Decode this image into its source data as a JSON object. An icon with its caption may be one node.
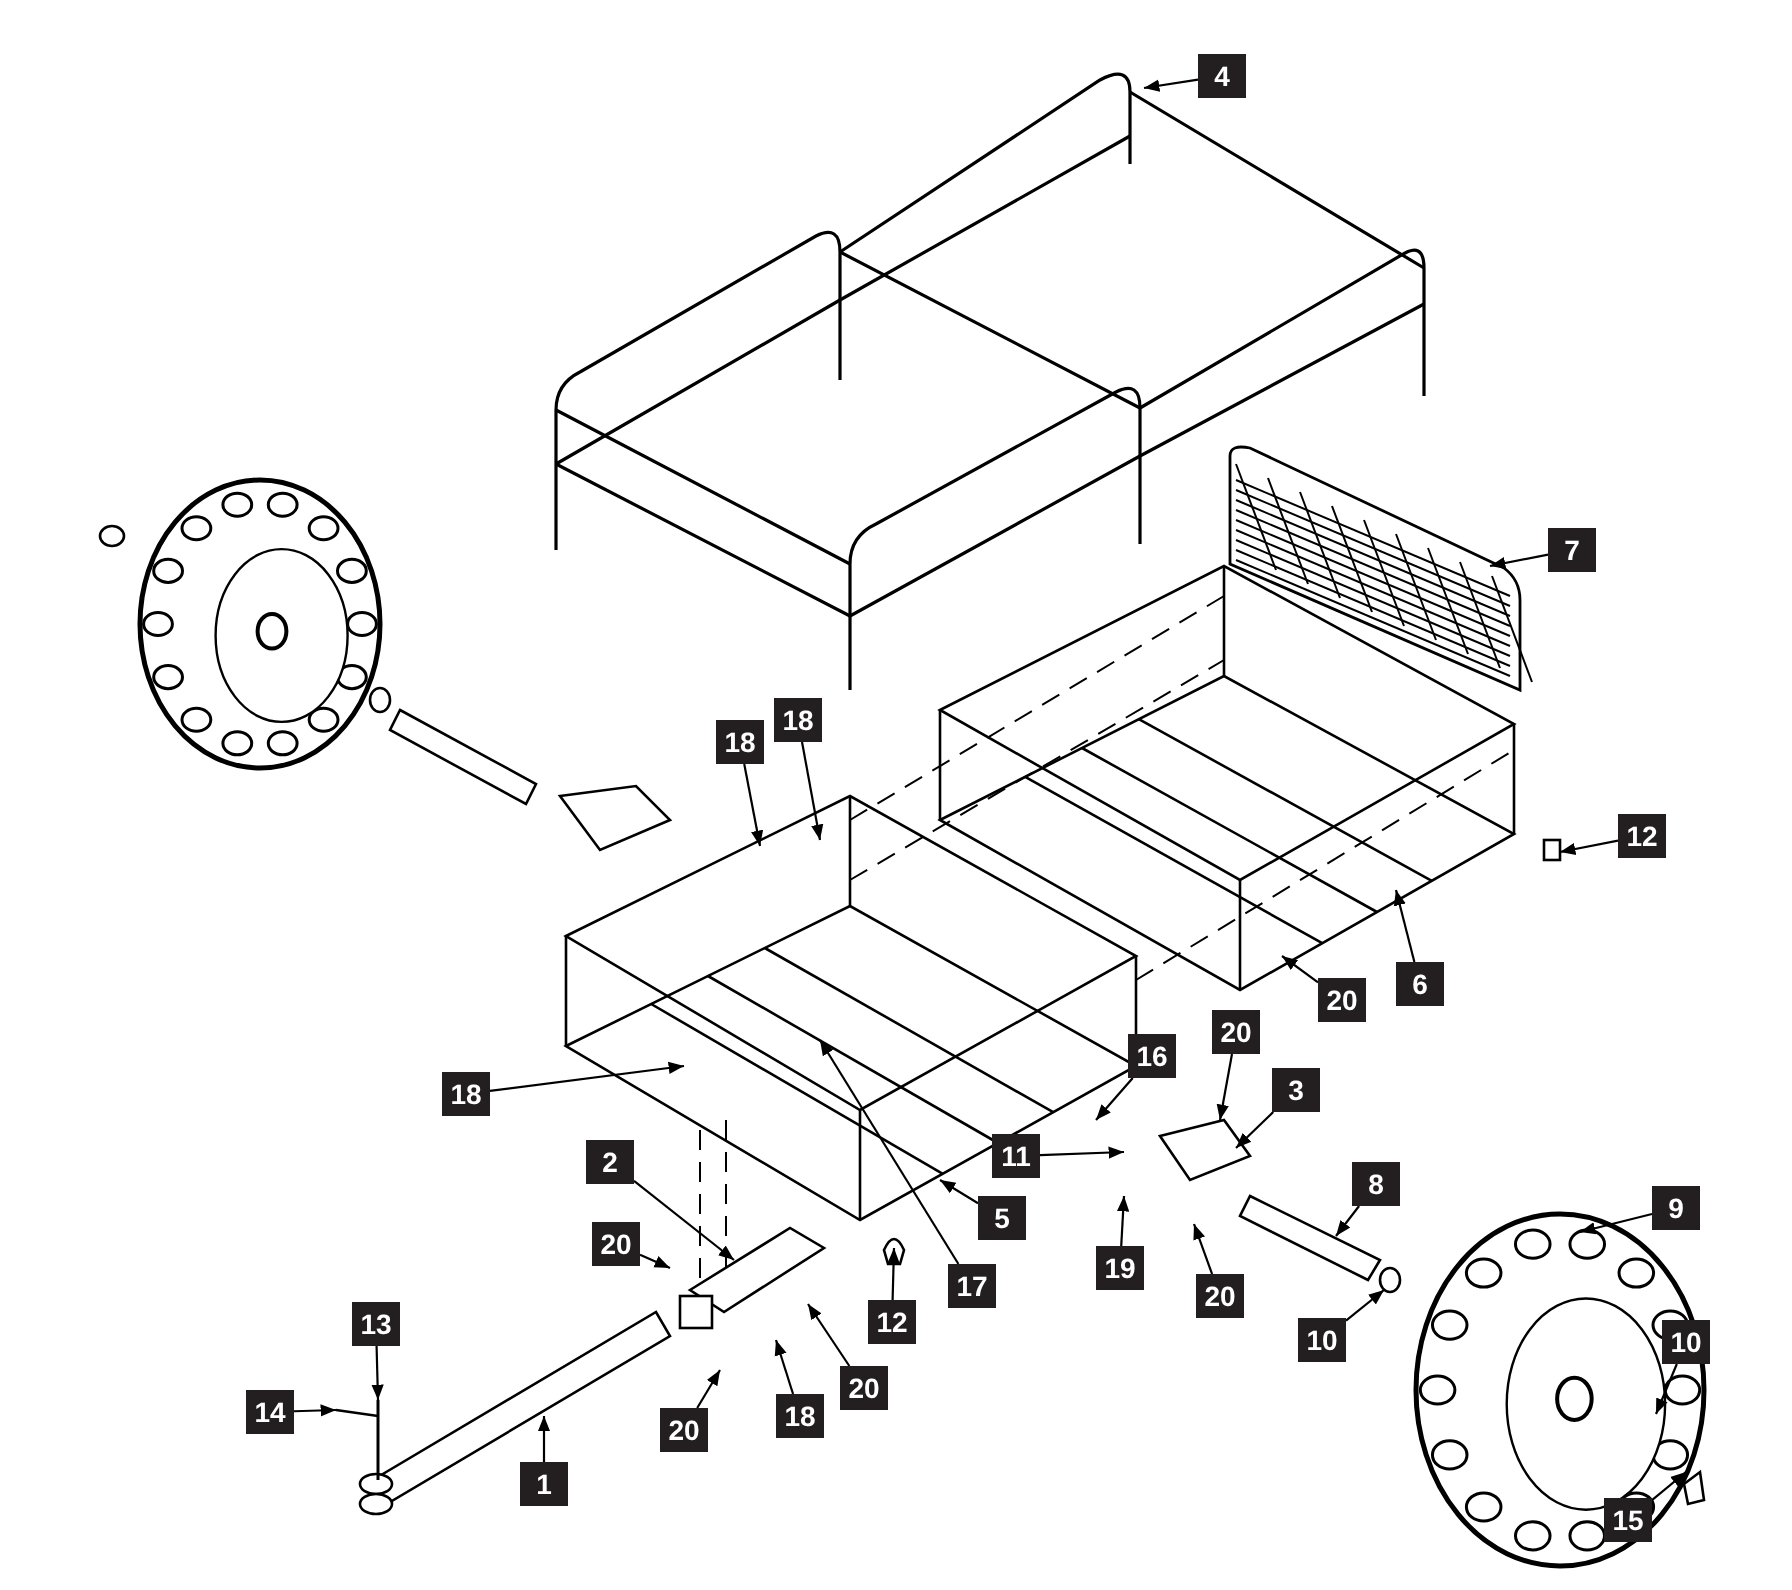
{
  "diagram": {
    "nodes": [
      {
        "text": [
          "4"
        ]
      },
      {
        "text": [
          "7"
        ]
      },
      {
        "text": [
          "18"
        ]
      },
      {
        "text": [
          "18"
        ]
      },
      {
        "text": [
          "12"
        ]
      },
      {
        "text": [
          "6"
        ]
      },
      {
        "text": [
          "20"
        ]
      },
      {
        "text": [
          "20"
        ]
      },
      {
        "text": [
          "3"
        ]
      },
      {
        "text": [
          "16"
        ]
      },
      {
        "text": [
          "18"
        ]
      },
      {
        "text": [
          "11"
        ]
      },
      {
        "text": [
          "2"
        ]
      },
      {
        "text": [
          "8"
        ]
      },
      {
        "text": [
          "9"
        ]
      },
      {
        "text": [
          "5"
        ]
      },
      {
        "text": [
          "20"
        ]
      },
      {
        "text": [
          "19"
        ]
      },
      {
        "text": [
          "17"
        ]
      },
      {
        "text": [
          "20"
        ]
      },
      {
        "text": [
          "12"
        ]
      },
      {
        "text": [
          "13"
        ]
      },
      {
        "text": [
          "10"
        ]
      },
      {
        "text": [
          "10"
        ]
      },
      {
        "text": [
          "20"
        ]
      },
      {
        "text": [
          "18"
        ]
      },
      {
        "text": [
          "14"
        ]
      },
      {
        "text": [
          "20"
        ]
      },
      {
        "text": [
          "1"
        ]
      },
      {
        "text": [
          "15"
        ]
      }
    ],
    "edges": [
      {
        "from": 0,
        "to": null,
        "arrow": "to"
      },
      {
        "from": 1,
        "to": null,
        "arrow": "to"
      },
      {
        "from": 2,
        "to": null,
        "arrow": "to"
      },
      {
        "from": 3,
        "to": null,
        "arrow": "to"
      },
      {
        "from": 4,
        "to": null,
        "arrow": "to"
      },
      {
        "from": 5,
        "to": null,
        "arrow": "to"
      },
      {
        "from": 6,
        "to": null,
        "arrow": "to"
      },
      {
        "from": 7,
        "to": null,
        "arrow": "to"
      },
      {
        "from": 8,
        "to": null,
        "arrow": "to"
      },
      {
        "from": 9,
        "to": null,
        "arrow": "to"
      },
      {
        "from": 10,
        "to": null,
        "arrow": "to"
      },
      {
        "from": 11,
        "to": null,
        "arrow": "to"
      },
      {
        "from": 12,
        "to": null,
        "arrow": "to"
      },
      {
        "from": 13,
        "to": null,
        "arrow": "to"
      },
      {
        "from": 14,
        "to": null,
        "arrow": "to"
      },
      {
        "from": 15,
        "to": null,
        "arrow": "to"
      },
      {
        "from": 16,
        "to": null,
        "arrow": "to"
      },
      {
        "from": 17,
        "to": null,
        "arrow": "to"
      },
      {
        "from": 18,
        "to": null,
        "arrow": "to"
      },
      {
        "from": 19,
        "to": null,
        "arrow": "to"
      },
      {
        "from": 20,
        "to": null,
        "arrow": "to"
      },
      {
        "from": 21,
        "to": null,
        "arrow": "to"
      },
      {
        "from": 22,
        "to": null,
        "arrow": "to"
      },
      {
        "from": 23,
        "to": null,
        "arrow": "to"
      },
      {
        "from": 24,
        "to": null,
        "arrow": "to"
      },
      {
        "from": 25,
        "to": null,
        "arrow": "to"
      },
      {
        "from": 26,
        "to": null,
        "arrow": "to"
      },
      {
        "from": 27,
        "to": null,
        "arrow": "to"
      },
      {
        "from": 28,
        "to": null,
        "arrow": "to"
      },
      {
        "from": 29,
        "to": null,
        "arrow": "to"
      }
    ]
  }
}
